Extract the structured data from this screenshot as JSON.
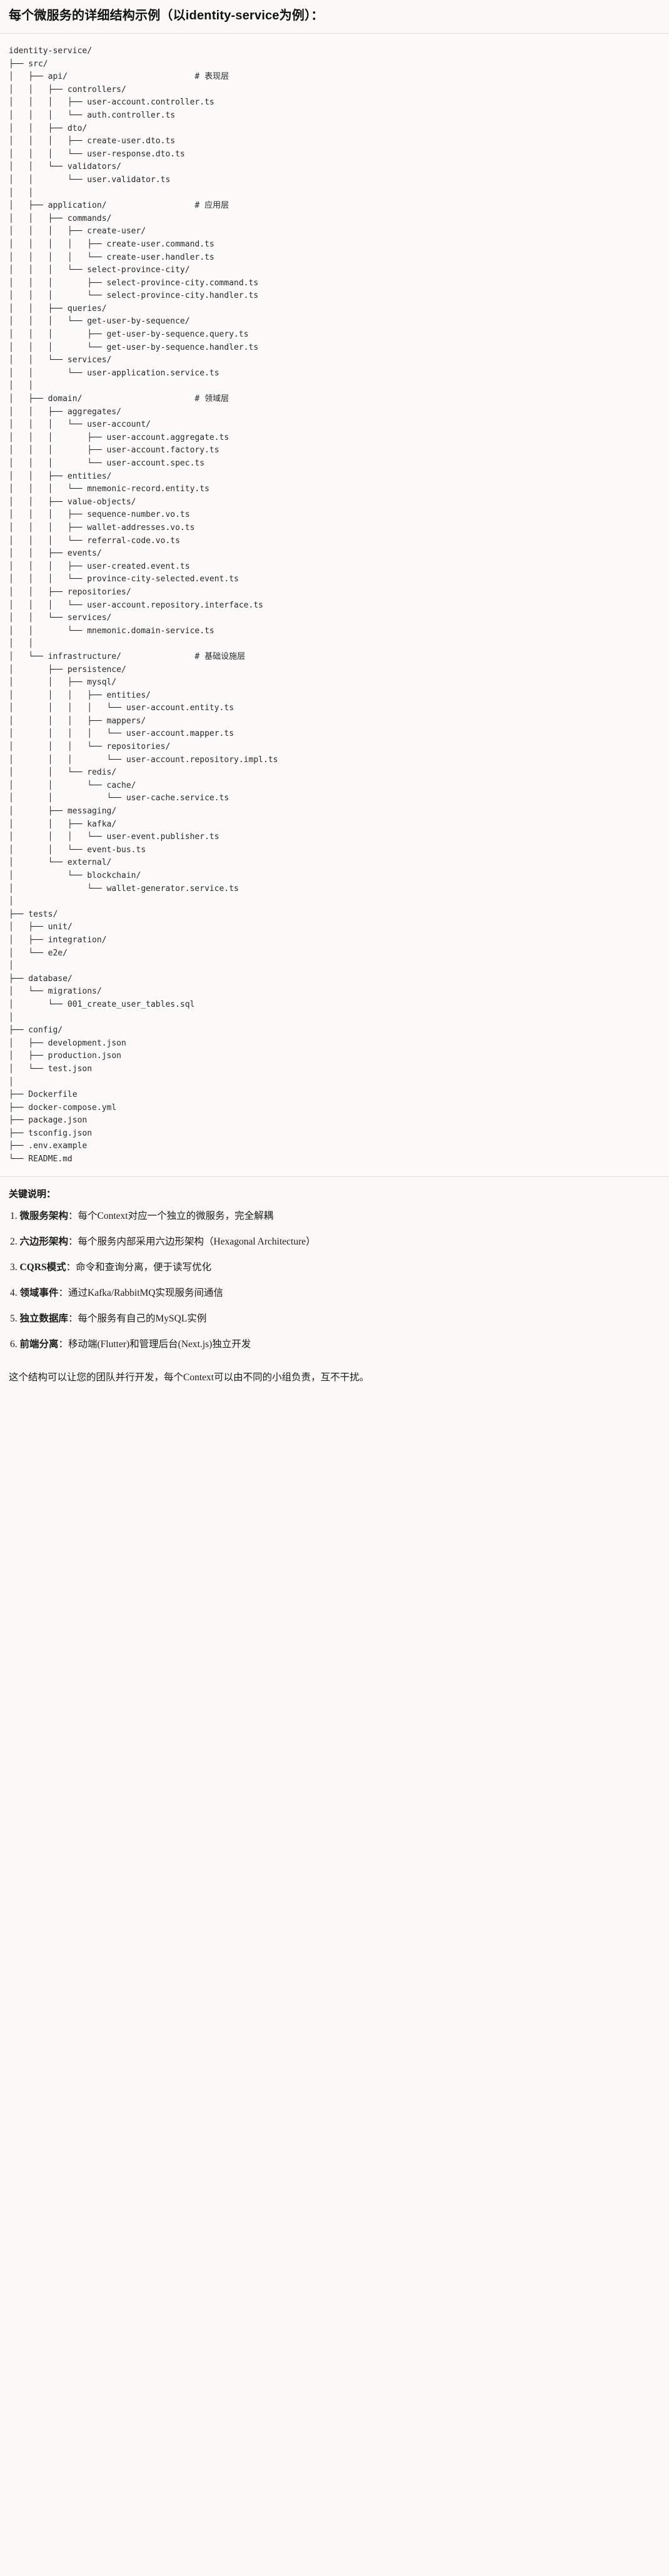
{
  "heading": "每个微服务的详细结构示例（以identity-service为例）：",
  "tree": {
    "root": "identity-service/",
    "lines": [
      "identity-service/",
      "├── src/",
      "│   ├── api/                          # 表现层",
      "│   │   ├── controllers/",
      "│   │   │   ├── user-account.controller.ts",
      "│   │   │   └── auth.controller.ts",
      "│   │   ├── dto/",
      "│   │   │   ├── create-user.dto.ts",
      "│   │   │   └── user-response.dto.ts",
      "│   │   └── validators/",
      "│   │       └── user.validator.ts",
      "│   │",
      "│   ├── application/                  # 应用层",
      "│   │   ├── commands/",
      "│   │   │   ├── create-user/",
      "│   │   │   │   ├── create-user.command.ts",
      "│   │   │   │   └── create-user.handler.ts",
      "│   │   │   └── select-province-city/",
      "│   │   │       ├── select-province-city.command.ts",
      "│   │   │       └── select-province-city.handler.ts",
      "│   │   ├── queries/",
      "│   │   │   └── get-user-by-sequence/",
      "│   │   │       ├── get-user-by-sequence.query.ts",
      "│   │   │       └── get-user-by-sequence.handler.ts",
      "│   │   └── services/",
      "│   │       └── user-application.service.ts",
      "│   │",
      "│   ├── domain/                       # 领域层",
      "│   │   ├── aggregates/",
      "│   │   │   └── user-account/",
      "│   │   │       ├── user-account.aggregate.ts",
      "│   │   │       ├── user-account.factory.ts",
      "│   │   │       └── user-account.spec.ts",
      "│   │   ├── entities/",
      "│   │   │   └── mnemonic-record.entity.ts",
      "│   │   ├── value-objects/",
      "│   │   │   ├── sequence-number.vo.ts",
      "│   │   │   ├── wallet-addresses.vo.ts",
      "│   │   │   └── referral-code.vo.ts",
      "│   │   ├── events/",
      "│   │   │   ├── user-created.event.ts",
      "│   │   │   └── province-city-selected.event.ts",
      "│   │   ├── repositories/",
      "│   │   │   └── user-account.repository.interface.ts",
      "│   │   └── services/",
      "│   │       └── mnemonic.domain-service.ts",
      "│   │",
      "│   └── infrastructure/               # 基础设施层",
      "│       ├── persistence/",
      "│       │   ├── mysql/",
      "│       │   │   ├── entities/",
      "│       │   │   │   └── user-account.entity.ts",
      "│       │   │   ├── mappers/",
      "│       │   │   │   └── user-account.mapper.ts",
      "│       │   │   └── repositories/",
      "│       │   │       └── user-account.repository.impl.ts",
      "│       │   └── redis/",
      "│       │       └── cache/",
      "│       │           └── user-cache.service.ts",
      "│       ├── messaging/",
      "│       │   ├── kafka/",
      "│       │   │   └── user-event.publisher.ts",
      "│       │   └── event-bus.ts",
      "│       └── external/",
      "│           └── blockchain/",
      "│               └── wallet-generator.service.ts",
      "│",
      "├── tests/",
      "│   ├── unit/",
      "│   ├── integration/",
      "│   └── e2e/",
      "│",
      "├── database/",
      "│   └── migrations/",
      "│       └── 001_create_user_tables.sql",
      "│",
      "├── config/",
      "│   ├── development.json",
      "│   ├── production.json",
      "│   └── test.json",
      "│",
      "├── Dockerfile",
      "├── docker-compose.yml",
      "├── package.json",
      "├── tsconfig.json",
      "├── .env.example",
      "└── README.md"
    ],
    "layer_comments": [
      {
        "layer": "表现层",
        "for": "api/"
      },
      {
        "layer": "应用层",
        "for": "application/"
      },
      {
        "layer": "领域层",
        "for": "domain/"
      },
      {
        "layer": "基础设施层",
        "for": "infrastructure/"
      }
    ]
  },
  "keys": {
    "title": "关键说明：",
    "items": [
      {
        "term": "微服务架构",
        "desc": "：每个Context对应一个独立的微服务，完全解耦"
      },
      {
        "term": "六边形架构",
        "desc": "：每个服务内部采用六边形架构（Hexagonal Architecture）"
      },
      {
        "term": "CQRS模式",
        "desc": "：命令和查询分离，便于读写优化"
      },
      {
        "term": "领域事件",
        "desc": "：通过Kafka/RabbitMQ实现服务间通信"
      },
      {
        "term": "独立数据库",
        "desc": "：每个服务有自己的MySQL实例"
      },
      {
        "term": "前端分离",
        "desc": "：移动端(Flutter)和管理后台(Next.js)独立开发"
      }
    ]
  },
  "closing": "这个结构可以让您的团队并行开发，每个Context可以由不同的小组负责，互不干扰。"
}
